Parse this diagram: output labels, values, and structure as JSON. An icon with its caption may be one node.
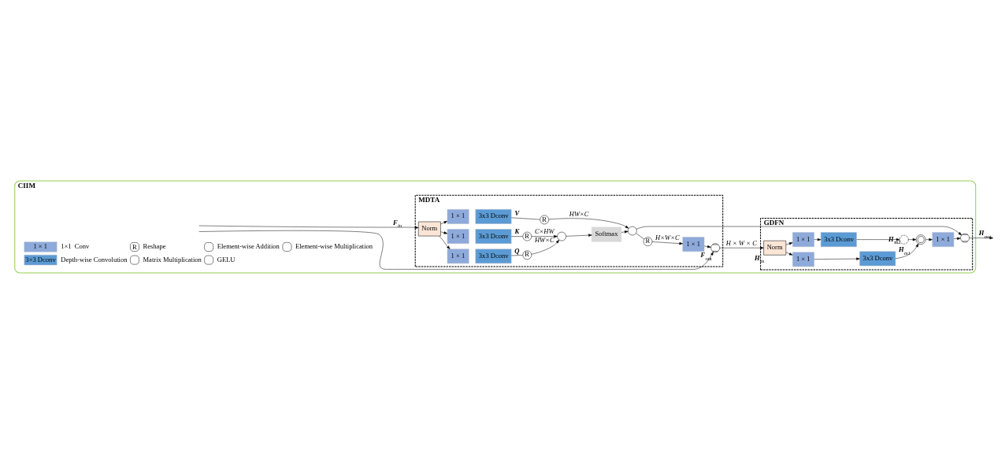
{
  "diagram": {
    "nodes": [
      {
        "text": [
          "CIIM"
        ]
      },
      {
        "text": [
          "MDTA"
        ],
        "in": 0
      },
      {
        "text": [
          "GDFN"
        ],
        "in": 0
      },
      {
        "text": [
          "Norm"
        ],
        "in": 1
      },
      {
        "text": [
          "1 × 1"
        ],
        "in": 1
      },
      {
        "text": [
          "3x3 Dconv"
        ],
        "in": 1
      },
      {
        "text": [
          "1 × 1"
        ],
        "in": 1
      },
      {
        "text": [
          "3x3 Dconv"
        ],
        "in": 1
      },
      {
        "text": [
          "1 × 1"
        ],
        "in": 1
      },
      {
        "text": [
          "3x3 Dconv"
        ],
        "in": 1
      },
      {
        "text": [
          "R"
        ],
        "in": 1
      },
      {
        "text": [
          "R"
        ],
        "in": 1
      },
      {
        "text": [],
        "shape": "cross",
        "in": 1
      },
      {
        "text": [
          "Softmax"
        ],
        "in": 1
      },
      {
        "text": [
          "R"
        ],
        "in": 1
      },
      {
        "text": [],
        "shape": "cross",
        "in": 1
      },
      {
        "text": [
          "R"
        ],
        "in": 1
      },
      {
        "text": [
          "1 × 1"
        ],
        "in": 1
      },
      {
        "text": [],
        "shape": "plus",
        "in": 1,
        "beside": [
          "**F**$_{out}$"
        ]
      },
      {
        "text": [
          "Norm"
        ],
        "in": 2,
        "beside": [
          "**H**$_{in}$"
        ]
      },
      {
        "text": [
          "1 × 1"
        ],
        "in": 2
      },
      {
        "text": [
          "3x3 Dconv"
        ],
        "in": 2
      },
      {
        "text": [
          "1 × 1"
        ],
        "in": 2
      },
      {
        "text": [
          "3x3 Dconv"
        ],
        "in": 2
      },
      {
        "text": [],
        "shape": "curve",
        "in": 2,
        "beside": [
          "**H**$_{m2}$"
        ]
      },
      {
        "text": [],
        "shape": "dot",
        "in": 2
      },
      {
        "text": [
          "1 × 1"
        ],
        "in": 2
      },
      {
        "text": [],
        "shape": "plus",
        "in": 2
      }
    ],
    "edges": [
      {
        "from": null,
        "to": 3,
        "arrow": "to",
        "label": "**F**$_{in}$"
      },
      {
        "from": null,
        "to": 18,
        "arrow": "to"
      },
      {
        "from": 3,
        "to": 4,
        "arrow": "to"
      },
      {
        "from": 3,
        "to": 6,
        "arrow": "to"
      },
      {
        "from": 3,
        "to": 8,
        "arrow": "to"
      },
      {
        "from": 5,
        "to": 10,
        "arrow": "none",
        "label": "**Q**"
      },
      {
        "from": 7,
        "to": 11,
        "arrow": "none",
        "label": "**K**"
      },
      {
        "from": 9,
        "to": 14,
        "arrow": "none",
        "label": "**V**"
      },
      {
        "from": 10,
        "to": 12,
        "arrow": "to",
        "label": "HW×C"
      },
      {
        "from": 11,
        "to": 12,
        "arrow": "to",
        "label": "C×HW"
      },
      {
        "from": 12,
        "to": 13,
        "arrow": "to"
      },
      {
        "from": 13,
        "to": 15,
        "arrow": "to"
      },
      {
        "from": 14,
        "to": 15,
        "arrow": "to",
        "label": "HW×C"
      },
      {
        "from": 15,
        "to": 16,
        "arrow": "none"
      },
      {
        "from": 16,
        "to": 17,
        "arrow": "to",
        "label": "H×W×C"
      },
      {
        "from": 17,
        "to": 18,
        "arrow": "to"
      },
      {
        "from": 15,
        "to": 27,
        "arrow": "to"
      },
      {
        "from": 18,
        "to": 19,
        "arrow": "to",
        "label": "H × W × C"
      },
      {
        "from": 19,
        "to": 20,
        "arrow": "to"
      },
      {
        "from": 19,
        "to": 22,
        "arrow": "to"
      },
      {
        "from": 20,
        "to": 21,
        "arrow": "to"
      },
      {
        "from": 22,
        "to": 23,
        "arrow": "to"
      },
      {
        "from": 21,
        "to": 25,
        "arrow": "to",
        "label": "**H**$_{m1}$"
      },
      {
        "from": 23,
        "to": 24,
        "arrow": "to"
      },
      {
        "from": 24,
        "to": 25,
        "arrow": "to"
      },
      {
        "from": 25,
        "to": 26,
        "arrow": "to"
      },
      {
        "from": 26,
        "to": 27,
        "arrow": "to"
      },
      {
        "from": 27,
        "to": null,
        "arrow": "to",
        "label": "**H**$_{out}$"
      }
    ],
    "labels": [
      "1 × 1",
      "3×3 Dconv",
      "R"
    ],
    "legend": [
      {
        "text": "1×1  Conv",
        "color": "#8eaadb"
      },
      {
        "text": "Reshape"
      },
      {
        "text": "Element-wise Addition"
      },
      {
        "text": "Element-wise Multiplication"
      },
      {
        "text": "Depth-wise Convolution",
        "color": "#5b9bd5"
      },
      {
        "text": "Matrix Multiplication"
      },
      {
        "text": "GELU"
      }
    ]
  }
}
